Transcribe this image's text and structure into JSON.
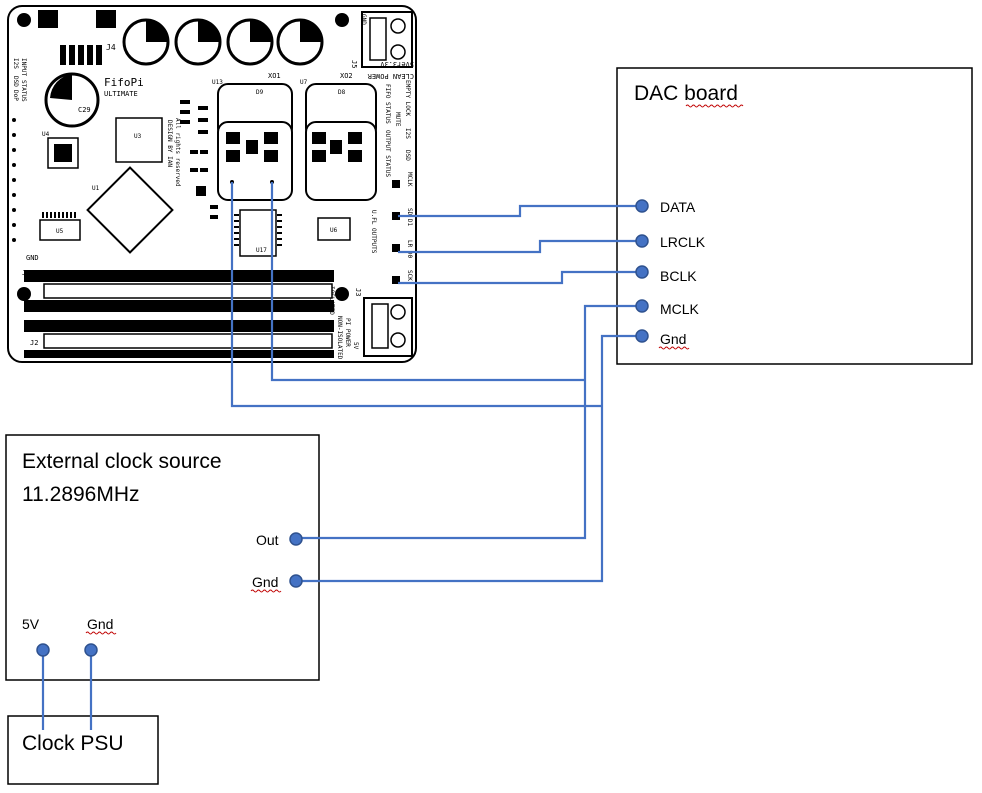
{
  "dac_board": {
    "title": "DAC board",
    "pins": [
      "DATA",
      "LRCLK",
      "BCLK",
      "MCLK",
      "Gnd"
    ]
  },
  "clock_source": {
    "title_line1": "External clock source",
    "title_line2": "11.2896MHz",
    "out_label": "Out",
    "gnd_label": "Gnd",
    "v5_label": "5V",
    "psu_gnd_label": "Gnd"
  },
  "clock_psu": {
    "title": "Clock PSU"
  },
  "board": {
    "name": "FifoPi",
    "edition": "ULTIMATE",
    "design_credit": "DESIGN BY IAN",
    "rights": "All rights reserved",
    "uf_outputs": "U.FL OUTPUTS",
    "header_j7": "J7",
    "header_j2": "J2",
    "jp2": "JP2",
    "gnd": "GND",
    "j4": "J4",
    "j5": "J5",
    "j3": "J3",
    "clean_power": "CLEAN POWER",
    "ver": "5Ver3.3V",
    "isolated": "IOSLATED",
    "non_isolated": "NON-ISOLATED",
    "pi_power": "PI POWER",
    "v5": "5V",
    "gnd_small": "GND",
    "fifo_status": "FIFO STATUS",
    "empty_lock": "EMPTY LOCK",
    "output_status": "OUTPUT STATUS",
    "mute": "MUTE",
    "i2s": "I2S",
    "dsd": "DSD",
    "mclk": "MCLK",
    "sd_d1": "SD D1",
    "lr_d0": "LR D0",
    "sck": "SCK",
    "u3": "U3",
    "u1": "U1",
    "u4": "U4",
    "u5": "U5",
    "u6": "U6",
    "u7": "U7",
    "u13": "U13",
    "u17": "U17",
    "d8": "D8",
    "d9": "D9",
    "c29": "C29",
    "xo1": "XO1",
    "xo2": "XO2",
    "i2s_left": "I2S",
    "input_left": "INPUT",
    "dsd_left": "DSD",
    "status_left": "STATUS",
    "dop_left": "DoP"
  },
  "colors": {
    "wire": "#4472c4",
    "pin": "#4472c4",
    "outline": "#000000",
    "spell": "#c00000"
  }
}
